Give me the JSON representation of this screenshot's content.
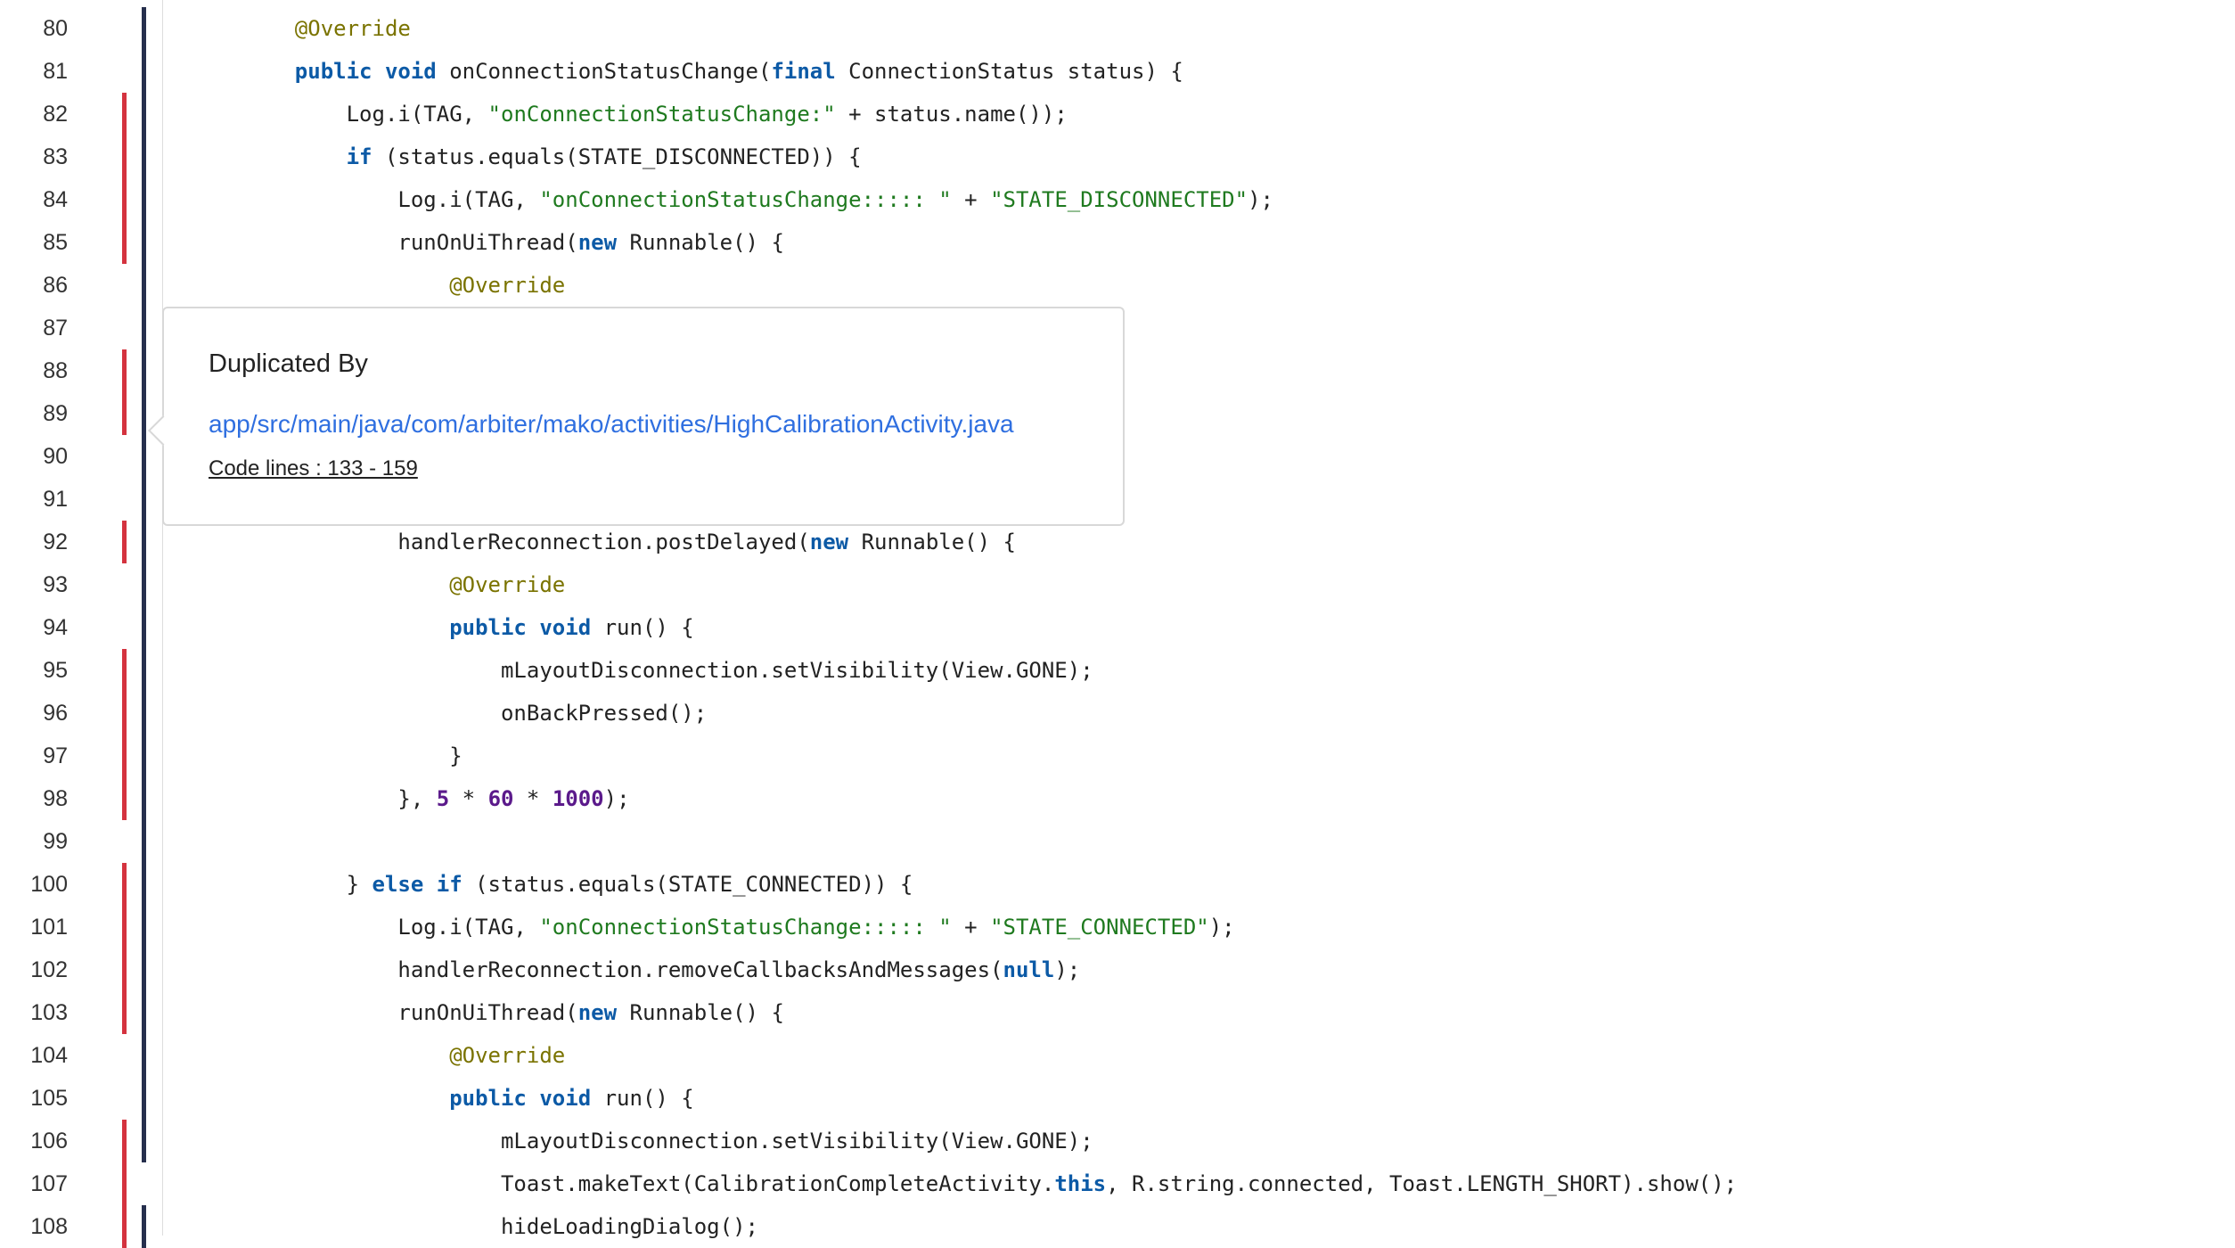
{
  "colors": {
    "duplicated": "#d4333f",
    "covered": "#262f4d",
    "keyword": "#0c5aa6",
    "string": "#1f7a1f",
    "annotation": "#7a7300",
    "number": "#5b1a8b"
  },
  "lines": [
    {
      "n": "80",
      "dup": false,
      "cov": true,
      "tokens": [
        [
          "    ",
          ""
        ],
        [
          "@Override",
          "a"
        ]
      ]
    },
    {
      "n": "81",
      "dup": false,
      "cov": true,
      "tokens": [
        [
          "    ",
          ""
        ],
        [
          "public",
          "k"
        ],
        [
          " ",
          ""
        ],
        [
          "void",
          "k"
        ],
        [
          " onConnectionStatusChange(",
          ""
        ],
        [
          "final",
          "k"
        ],
        [
          " ConnectionStatus status) {",
          ""
        ]
      ]
    },
    {
      "n": "82",
      "dup": true,
      "cov": true,
      "tokens": [
        [
          "        Log.i(TAG, ",
          ""
        ],
        [
          "\"onConnectionStatusChange:\"",
          "s"
        ],
        [
          " + status.name());",
          ""
        ]
      ]
    },
    {
      "n": "83",
      "dup": true,
      "cov": true,
      "tokens": [
        [
          "        ",
          ""
        ],
        [
          "if",
          "k"
        ],
        [
          " (status.equals(STATE_DISCONNECTED)) {",
          ""
        ]
      ]
    },
    {
      "n": "84",
      "dup": true,
      "cov": true,
      "tokens": [
        [
          "            Log.i(TAG, ",
          ""
        ],
        [
          "\"onConnectionStatusChange::::: \"",
          "s"
        ],
        [
          " + ",
          ""
        ],
        [
          "\"STATE_DISCONNECTED\"",
          "s"
        ],
        [
          ");",
          ""
        ]
      ]
    },
    {
      "n": "85",
      "dup": true,
      "cov": true,
      "tokens": [
        [
          "            runOnUiThread(",
          ""
        ],
        [
          "new",
          "k"
        ],
        [
          " Runnable() {",
          ""
        ]
      ]
    },
    {
      "n": "86",
      "dup": false,
      "cov": true,
      "tokens": [
        [
          "                ",
          ""
        ],
        [
          "@Override",
          "a"
        ]
      ]
    },
    {
      "n": "87",
      "dup": false,
      "cov": true,
      "tokens": []
    },
    {
      "n": "88",
      "dup": true,
      "cov": true,
      "tokens": []
    },
    {
      "n": "89",
      "dup": true,
      "cov": true,
      "tokens": []
    },
    {
      "n": "90",
      "dup": false,
      "cov": true,
      "tokens": []
    },
    {
      "n": "91",
      "dup": false,
      "cov": true,
      "tokens": []
    },
    {
      "n": "92",
      "dup": true,
      "cov": true,
      "tokens": [
        [
          "            handlerReconnection.postDelayed(",
          ""
        ],
        [
          "new",
          "k"
        ],
        [
          " Runnable() {",
          ""
        ]
      ]
    },
    {
      "n": "93",
      "dup": false,
      "cov": true,
      "tokens": [
        [
          "                ",
          ""
        ],
        [
          "@Override",
          "a"
        ]
      ]
    },
    {
      "n": "94",
      "dup": false,
      "cov": true,
      "tokens": [
        [
          "                ",
          ""
        ],
        [
          "public",
          "k"
        ],
        [
          " ",
          ""
        ],
        [
          "void",
          "k"
        ],
        [
          " run() {",
          ""
        ]
      ]
    },
    {
      "n": "95",
      "dup": true,
      "cov": true,
      "tokens": [
        [
          "                    mLayoutDisconnection.setVisibility(View.GONE);",
          ""
        ]
      ]
    },
    {
      "n": "96",
      "dup": true,
      "cov": true,
      "tokens": [
        [
          "                    onBackPressed();",
          ""
        ]
      ]
    },
    {
      "n": "97",
      "dup": true,
      "cov": true,
      "tokens": [
        [
          "                }",
          ""
        ]
      ]
    },
    {
      "n": "98",
      "dup": true,
      "cov": true,
      "tokens": [
        [
          "            }, ",
          ""
        ],
        [
          "5",
          "n"
        ],
        [
          " * ",
          ""
        ],
        [
          "60",
          "n"
        ],
        [
          " * ",
          ""
        ],
        [
          "1000",
          "n"
        ],
        [
          ");",
          ""
        ]
      ]
    },
    {
      "n": "99",
      "dup": false,
      "cov": true,
      "tokens": []
    },
    {
      "n": "100",
      "dup": true,
      "cov": true,
      "tokens": [
        [
          "        } ",
          ""
        ],
        [
          "else",
          "k"
        ],
        [
          " ",
          ""
        ],
        [
          "if",
          "k"
        ],
        [
          " (status.equals(STATE_CONNECTED)) {",
          ""
        ]
      ]
    },
    {
      "n": "101",
      "dup": true,
      "cov": true,
      "tokens": [
        [
          "            Log.i(TAG, ",
          ""
        ],
        [
          "\"onConnectionStatusChange::::: \"",
          "s"
        ],
        [
          " + ",
          ""
        ],
        [
          "\"STATE_CONNECTED\"",
          "s"
        ],
        [
          ");",
          ""
        ]
      ]
    },
    {
      "n": "102",
      "dup": true,
      "cov": true,
      "tokens": [
        [
          "            handlerReconnection.removeCallbacksAndMessages(",
          ""
        ],
        [
          "null",
          "k"
        ],
        [
          ");",
          ""
        ]
      ]
    },
    {
      "n": "103",
      "dup": true,
      "cov": true,
      "tokens": [
        [
          "            runOnUiThread(",
          ""
        ],
        [
          "new",
          "k"
        ],
        [
          " Runnable() {",
          ""
        ]
      ]
    },
    {
      "n": "104",
      "dup": false,
      "cov": true,
      "tokens": [
        [
          "                ",
          ""
        ],
        [
          "@Override",
          "a"
        ]
      ]
    },
    {
      "n": "105",
      "dup": false,
      "cov": true,
      "tokens": [
        [
          "                ",
          ""
        ],
        [
          "public",
          "k"
        ],
        [
          " ",
          ""
        ],
        [
          "void",
          "k"
        ],
        [
          " run() {",
          ""
        ]
      ]
    },
    {
      "n": "106",
      "dup": true,
      "cov": true,
      "tokens": [
        [
          "                    mLayoutDisconnection.setVisibility(View.GONE);",
          ""
        ]
      ]
    },
    {
      "n": "107",
      "dup": true,
      "cov": false,
      "tokens": [
        [
          "                    Toast.makeText(CalibrationCompleteActivity.",
          ""
        ],
        [
          "this",
          "k"
        ],
        [
          ", R.string.connected, Toast.LENGTH_SHORT).show();",
          ""
        ]
      ]
    },
    {
      "n": "108",
      "dup": true,
      "cov": true,
      "tokens": [
        [
          "                    hideLoadingDialog();",
          ""
        ]
      ]
    }
  ],
  "tooltip": {
    "title": "Duplicated By",
    "file_link": "app/src/main/java/com/arbiter/mako/activities/HighCalibrationActivity.java",
    "code_lines": "Code lines : 133 - 159"
  }
}
